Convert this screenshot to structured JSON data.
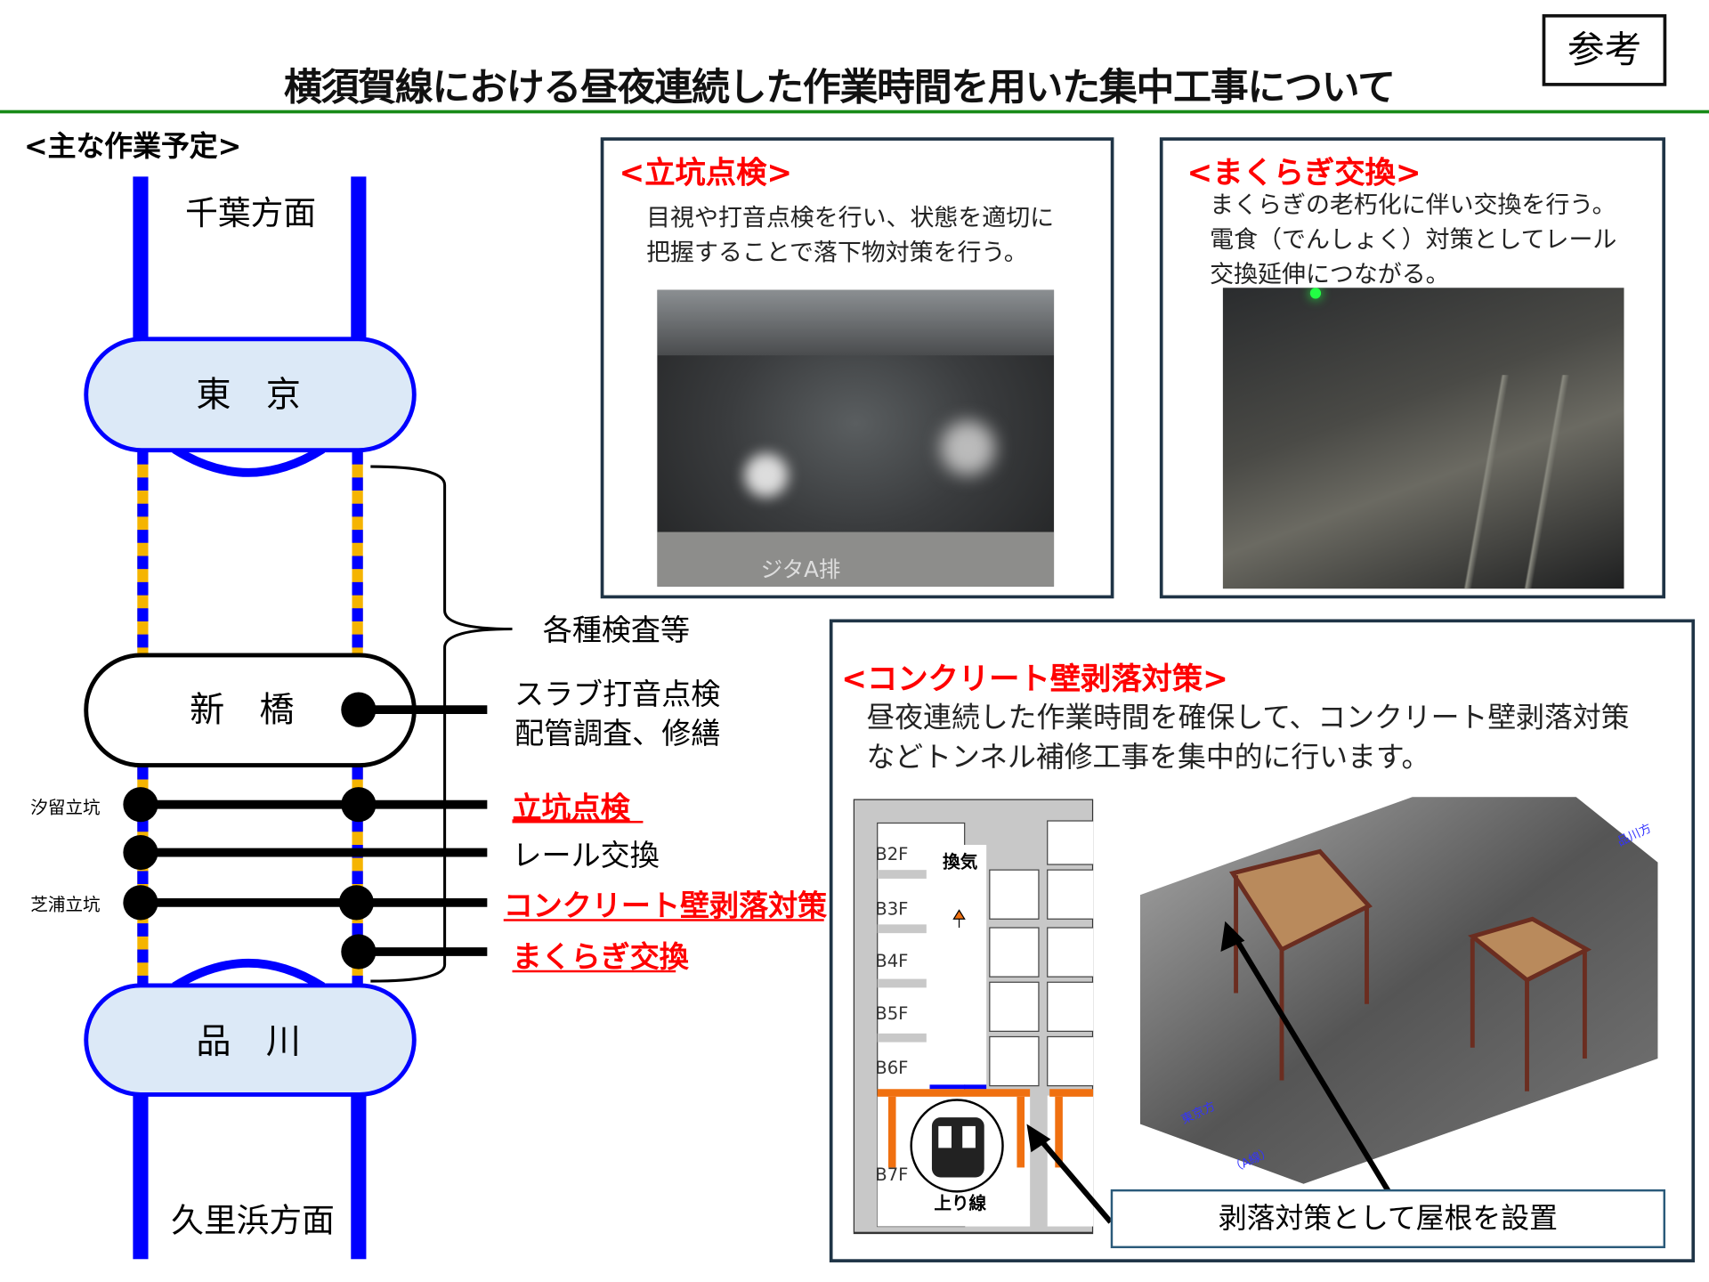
{
  "header": {
    "title": "横須賀線における昼夜連続した作業時間を用いた集中工事について",
    "badge": "参考"
  },
  "section_label": "<主な作業予定>",
  "route": {
    "north_direction": "千葉方面",
    "south_direction": "久里浜方面",
    "stations": [
      "東　京",
      "新　橋",
      "品　川"
    ],
    "shafts": [
      "汐留立坑",
      "芝浦立坑"
    ],
    "bracket_label": "各種検査等",
    "works": [
      {
        "label": "スラブ打音点検",
        "label2": "配管調査、修繕",
        "highlight": false
      },
      {
        "label": "立坑点検",
        "highlight": true
      },
      {
        "label": "レール交換",
        "highlight": false
      },
      {
        "label": "コンクリート壁剥落対策",
        "highlight": true
      },
      {
        "label": "まくらぎ交換",
        "highlight": true
      }
    ],
    "colors": {
      "line": "#0000ff",
      "dash": "#f5b400",
      "station_fill": "#dce9f7",
      "highlight": "#ff0000"
    }
  },
  "panels": {
    "shaft": {
      "heading": "<立坑点検>",
      "lines": [
        "目視や打音点検を行い、状態を適切に",
        "把握することで落下物対策を行う。"
      ],
      "photo_text": "ジタA排"
    },
    "sleeper": {
      "heading": "<まくらぎ交換>",
      "lines": [
        "まくらぎの老朽化に伴い交換を行う。",
        "電食（でんしょく）対策としてレール",
        "交換延伸につながる。"
      ]
    },
    "concrete": {
      "heading": "<コンクリート壁剥落対策>",
      "lines": [
        "昼夜連続した作業時間を確保して、コンクリート壁剥落対策",
        "などトンネル補修工事を集中的に行います。"
      ],
      "floors": [
        "B2F",
        "B3F",
        "B4F",
        "B5F",
        "B6F",
        "B7F"
      ],
      "vent_label": "換気",
      "track_label": "上り線",
      "scan_labels": [
        "品川方",
        "東京方",
        "（A線）"
      ],
      "caption": "剥落対策として屋根を設置"
    }
  }
}
